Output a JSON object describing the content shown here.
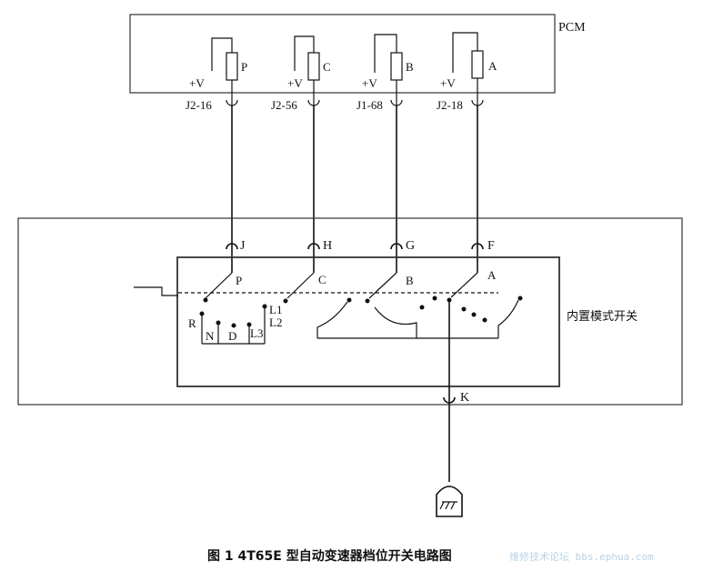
{
  "pcm": {
    "title": "PCM",
    "supply_label": "+V",
    "channels": [
      {
        "id": "P",
        "pin": "J2-16",
        "switch_terminal": "J"
      },
      {
        "id": "C",
        "pin": "J2-56",
        "switch_terminal": "H"
      },
      {
        "id": "B",
        "pin": "J1-68",
        "switch_terminal": "G"
      },
      {
        "id": "A",
        "pin": "J2-18",
        "switch_terminal": "F"
      }
    ]
  },
  "switch": {
    "title": "内置模式开关",
    "contacts": {
      "P": "P",
      "C": "C",
      "B": "B",
      "A": "A"
    },
    "positions": {
      "R": "R",
      "N": "N",
      "D": "D",
      "L3": "L3",
      "L1": "L1",
      "L2": "L2"
    },
    "ground_terminal": "K"
  },
  "caption": "图 1  4T65E 型自动变速器档位开关电路图",
  "watermark": "维修技术论坛 bbs.ephua.com"
}
